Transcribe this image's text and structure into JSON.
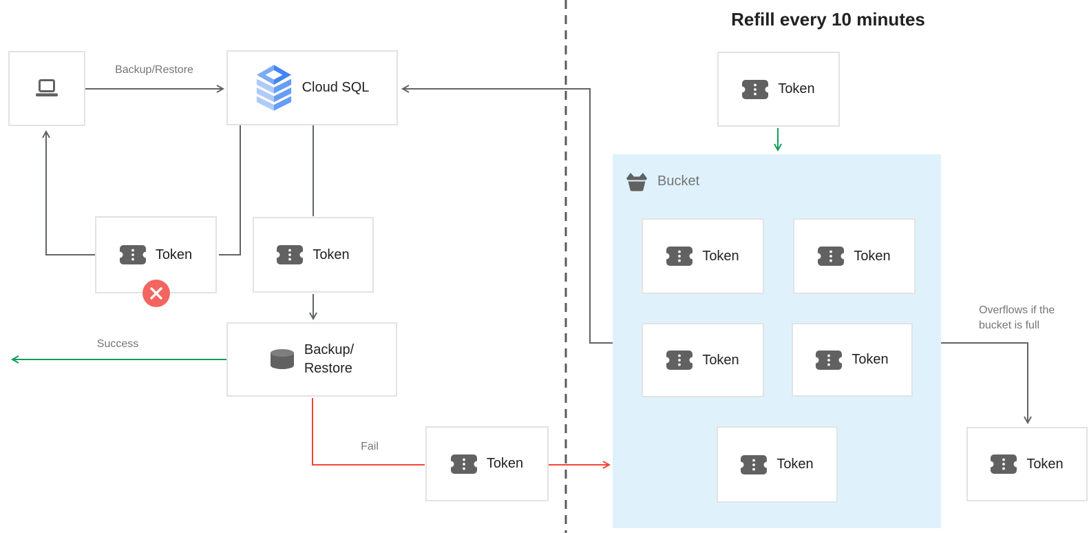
{
  "title": "Refill every 10 minutes",
  "colors": {
    "line": "#5f6368",
    "divider": "#5a5a5a",
    "green": "#0f9d58",
    "red": "#f44336",
    "badge": "#f4655f",
    "bucket_bg": "#dff2fc",
    "box_border": "#e2e2e2",
    "text": "#212121",
    "muted": "#757575",
    "icon_gray": "#616161",
    "cloudsql_blue": "#4285f4"
  },
  "nodes": {
    "client": {
      "icon": "laptop-icon"
    },
    "cloud_sql": {
      "label": "Cloud SQL",
      "icon": "cloud-sql-icon"
    },
    "backup_restore": {
      "label_line1": "Backup/",
      "label_line2": "Restore",
      "icon": "database-icon"
    },
    "bucket": {
      "label": "Bucket",
      "icon": "bucket-icon"
    }
  },
  "token_boxes": [
    {
      "id": "token-rejected",
      "label": "Token"
    },
    {
      "id": "token-pending",
      "label": "Token"
    },
    {
      "id": "token-failed",
      "label": "Token"
    },
    {
      "id": "token-refill",
      "label": "Token"
    },
    {
      "id": "token-bucket-1",
      "label": "Token"
    },
    {
      "id": "token-bucket-2",
      "label": "Token"
    },
    {
      "id": "token-bucket-3",
      "label": "Token"
    },
    {
      "id": "token-bucket-4",
      "label": "Token"
    },
    {
      "id": "token-bucket-5",
      "label": "Token"
    },
    {
      "id": "token-overflow",
      "label": "Token"
    }
  ],
  "edges": {
    "backup_restore_request": "Backup/Restore",
    "success": "Success",
    "fail": "Fail",
    "overflow_note_line1": "Overflows if the",
    "overflow_note_line2": "bucket is full"
  },
  "badge": {
    "icon": "x-mark-icon",
    "meaning": "rejected"
  }
}
